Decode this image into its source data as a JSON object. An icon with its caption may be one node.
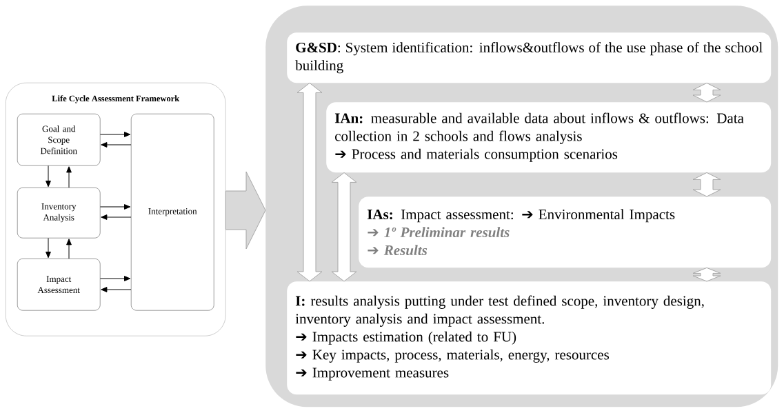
{
  "diagram": {
    "nodes": [
      {
        "text": [
          "Life Cycle Assessment Framework"
        ]
      },
      {
        "text": [
          "Goal and Scope Definition"
        ],
        "in": 0
      },
      {
        "text": [
          "Inventory Analysis"
        ],
        "in": 0
      },
      {
        "text": [
          "Impact Assessment"
        ],
        "in": 0
      },
      {
        "text": [
          "Interpretation"
        ],
        "in": 0
      },
      {
        "text": [],
        "shape": "box"
      },
      {
        "text": [
          "**G&SD**: System identification: inflows&outflows of the use phase of the school building"
        ],
        "in": 5
      },
      {
        "text": [
          "**IAn:** measurable and available data about inflows & outflows: Data collection in 2 schools and flows analysis",
          "➔ Process and materials consumption scenarios"
        ],
        "in": 5
      },
      {
        "text": [
          "**IAs:** Impact assessment: ➔ Environmental Impacts",
          "➔ 1º Preliminar results",
          "➔ Results"
        ],
        "in": 5
      },
      {
        "text": [
          "**I:** results analysis putting under test defined scope, inventory design, inventory analysis and impact assessment.",
          "➔ Impacts estimation (related to FU)",
          "➔ Key impacts, process, materials, energy, resources",
          "➔ Improvement measures"
        ],
        "in": 5
      }
    ],
    "edges": [
      {
        "from": 1,
        "to": 4,
        "arrow": "to"
      },
      {
        "from": 4,
        "to": 1,
        "arrow": "to"
      },
      {
        "from": 2,
        "to": 4,
        "arrow": "to"
      },
      {
        "from": 4,
        "to": 2,
        "arrow": "to"
      },
      {
        "from": 3,
        "to": 4,
        "arrow": "to"
      },
      {
        "from": 4,
        "to": 3,
        "arrow": "to"
      },
      {
        "from": 1,
        "to": 2,
        "arrow": "to"
      },
      {
        "from": 2,
        "to": 1,
        "arrow": "to"
      },
      {
        "from": 2,
        "to": 3,
        "arrow": "to"
      },
      {
        "from": 3,
        "to": 2,
        "arrow": "to"
      },
      {
        "from": 0,
        "to": 5,
        "arrow": "to",
        "style": "thick",
        "color": "#d9d9d9"
      },
      {
        "from": 6,
        "to": 9,
        "arrow": "both",
        "style": "thick",
        "color": "#ffffff"
      },
      {
        "from": 7,
        "to": 9,
        "arrow": "both",
        "style": "thick",
        "color": "#ffffff"
      },
      {
        "from": 6,
        "to": 7,
        "arrow": "both",
        "style": "thick",
        "color": "#ffffff"
      },
      {
        "from": 7,
        "to": 8,
        "arrow": "both",
        "style": "thick",
        "color": "#ffffff"
      },
      {
        "from": 8,
        "to": 9,
        "arrow": "both",
        "style": "thick",
        "color": "#ffffff"
      }
    ]
  }
}
